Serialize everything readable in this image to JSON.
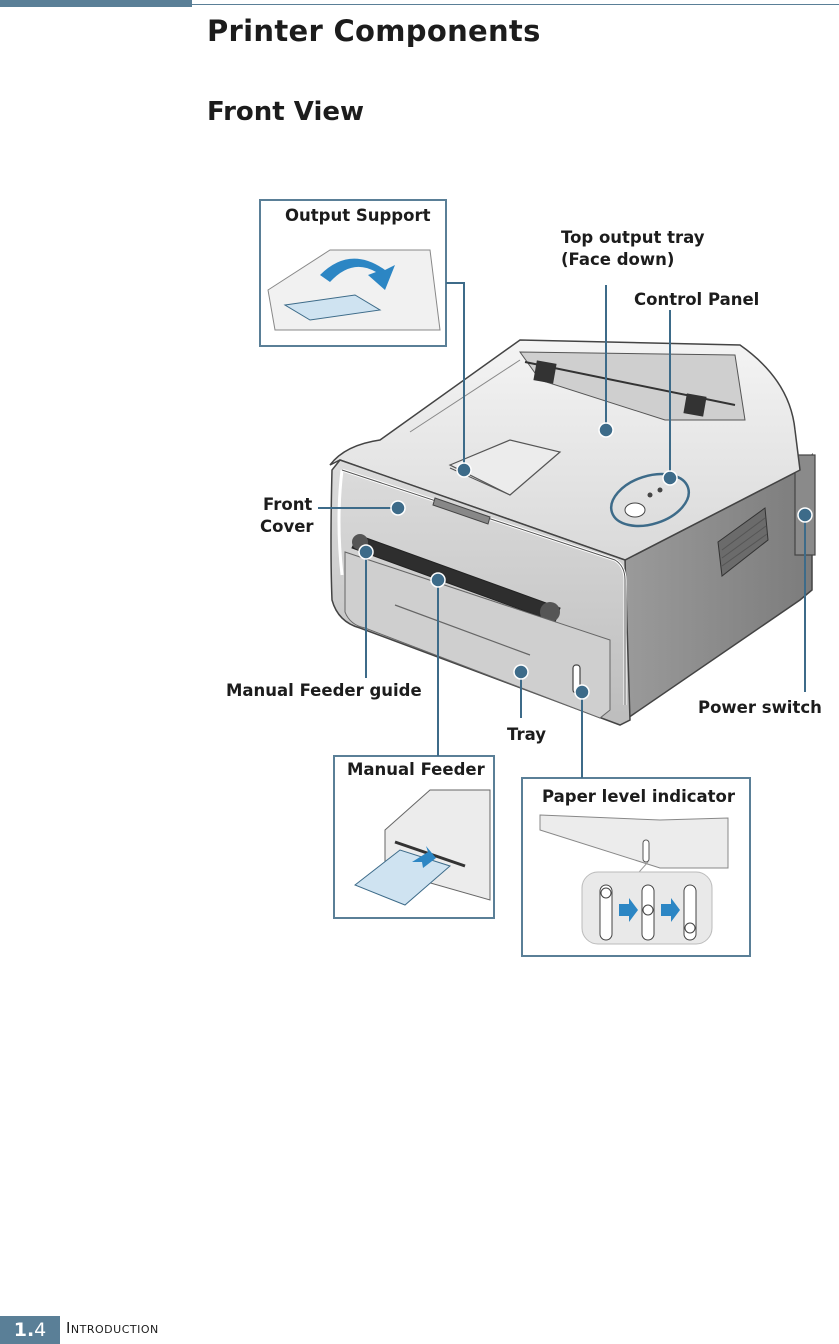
{
  "header": {
    "title": "Printer Components",
    "subtitle": "Front View"
  },
  "callouts": {
    "output_support": "Output Support",
    "top_output_tray_1": "Top output tray",
    "top_output_tray_2": "(Face down)",
    "control_panel": "Control Panel",
    "front_cover_1": "Front",
    "front_cover_2": "Cover",
    "manual_feeder_guide": "Manual Feeder guide",
    "tray": "Tray",
    "power_switch": "Power switch",
    "manual_feeder": "Manual Feeder",
    "paper_level_indicator": "Paper level indicator"
  },
  "footer": {
    "page_major": "1.",
    "page_minor": "4",
    "section": "Introduction"
  },
  "colors": {
    "accent": "#5a7f97",
    "marker": "#3d6b89",
    "arrow": "#2c86c4"
  }
}
